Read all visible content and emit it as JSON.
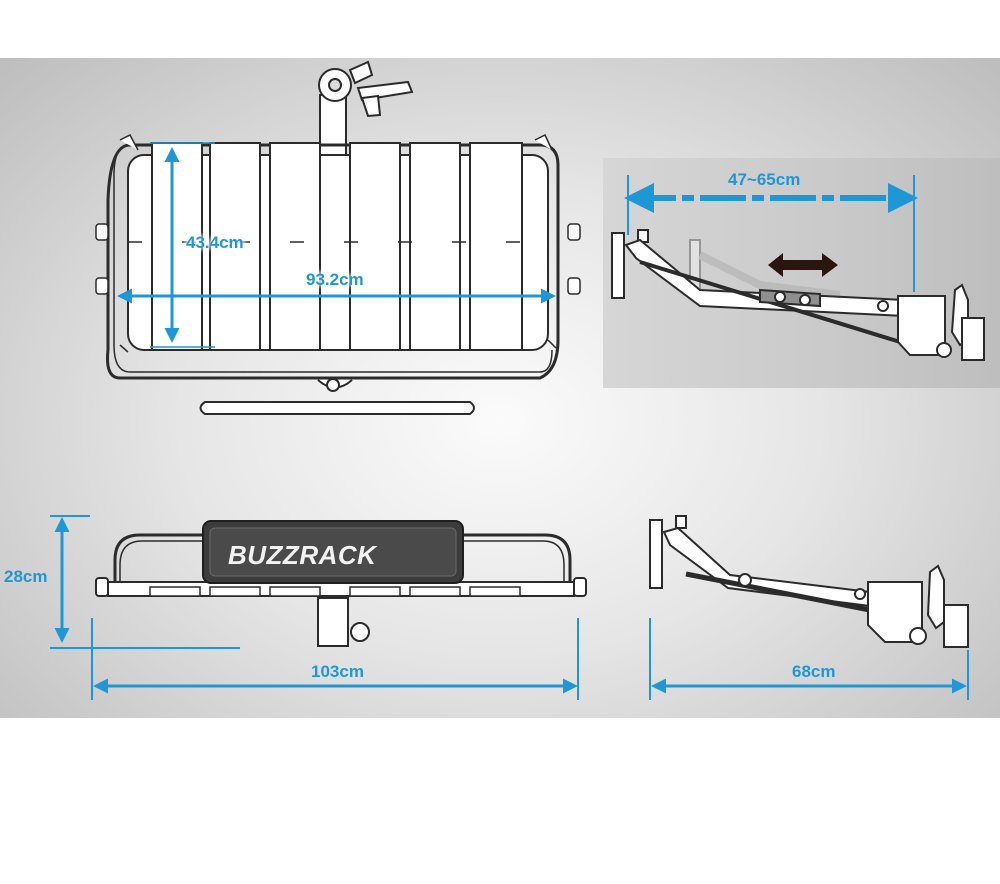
{
  "brand": {
    "logo_text": "BUZZRACK"
  },
  "dimensions": {
    "top_view_depth": "43.4cm",
    "top_view_width": "93.2cm",
    "extension_range": "47~65cm",
    "front_view_height": "28cm",
    "front_view_width": "103cm",
    "side_view_length": "68cm"
  },
  "colors": {
    "dimension": "#1f97d6",
    "arrow": "#2a160f",
    "outline": "#2b2b2b"
  },
  "icons": {
    "extension_arrow": "double-arrow-icon"
  }
}
